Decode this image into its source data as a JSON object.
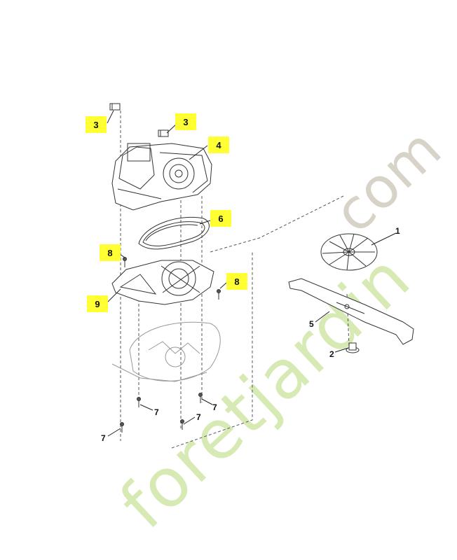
{
  "callouts": {
    "c3a": "3",
    "c3b": "3",
    "c4": "4",
    "c6": "6",
    "c8a": "8",
    "c8b": "8",
    "c9": "9"
  },
  "labels": {
    "l1": "1",
    "l2": "2",
    "l5": "5",
    "l7a": "7",
    "l7b": "7",
    "l7c": "7",
    "l7d": "7"
  },
  "watermark": {
    "main": "foretjardin",
    "dotcom": ".com"
  },
  "colors": {
    "highlight": "#ffff33",
    "watermark_green": "#d7eab4",
    "watermark_gray": "#d8d3c8"
  }
}
